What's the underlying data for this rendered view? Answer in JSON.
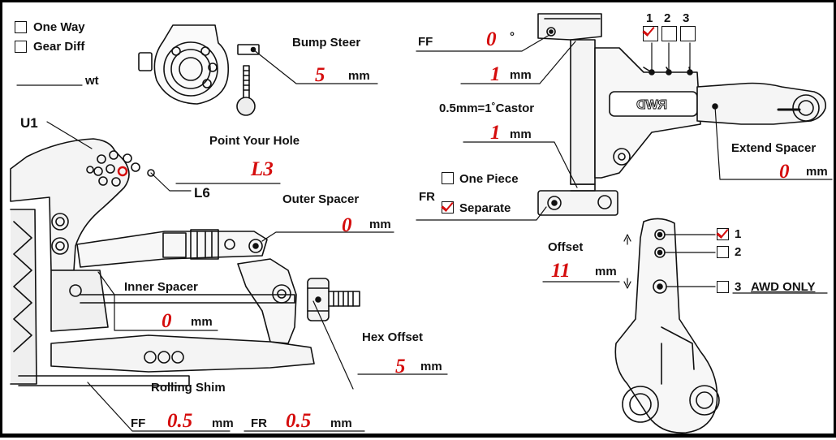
{
  "options": {
    "one_way": {
      "label": "One Way",
      "checked": false
    },
    "gear_diff": {
      "label": "Gear Diff",
      "checked": false
    },
    "weight_unit": "wt"
  },
  "bump_steer": {
    "label": "Bump Steer",
    "value": "5",
    "unit": "mm"
  },
  "u1": "U1",
  "l6": "L6",
  "point_your_hole": {
    "label": "Point Your Hole",
    "value": "L3"
  },
  "outer_spacer": {
    "label": "Outer Spacer",
    "value": "0",
    "unit": "mm"
  },
  "inner_spacer": {
    "label": "Inner Spacer",
    "value": "0",
    "unit": "mm"
  },
  "hex_offset": {
    "label": "Hex Offset",
    "value": "5",
    "unit": "mm"
  },
  "rolling_shim": {
    "label": "Rolling Shim",
    "ff_label": "FF",
    "ff_value": "0.5",
    "ff_unit": "mm",
    "fr_label": "FR",
    "fr_value": "0.5",
    "fr_unit": "mm"
  },
  "ff_caster": {
    "label": "FF",
    "value": "0",
    "unit": "°"
  },
  "upper_caster": {
    "value": "1",
    "unit": "mm"
  },
  "castor_note": "0.5mm=1˚Castor",
  "lower_caster": {
    "value": "1",
    "unit": "mm"
  },
  "fr_block": {
    "label": "FR",
    "one_piece": {
      "label": "One Piece",
      "checked": false
    },
    "separate": {
      "label": "Separate",
      "checked": true
    }
  },
  "ackermann_holes": {
    "labels": [
      "1",
      "2",
      "3"
    ],
    "checked": [
      true,
      false,
      false
    ]
  },
  "extend_spacer": {
    "label": "Extend Spacer",
    "value": "0",
    "unit": "mm"
  },
  "rwd_text": "RWD",
  "offset": {
    "label": "Offset",
    "value": "11",
    "unit": "mm",
    "options": [
      {
        "label": "1",
        "checked": true
      },
      {
        "label": "2",
        "checked": false
      },
      {
        "label": "3",
        "checked": false,
        "note": "AWD ONLY"
      }
    ]
  },
  "colors": {
    "accent": "#d50d0d",
    "ink": "#111111"
  }
}
